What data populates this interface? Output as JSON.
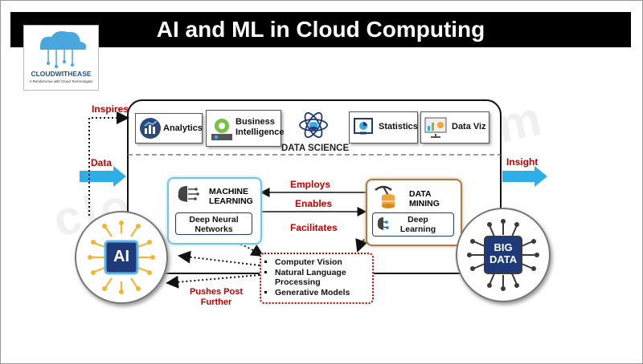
{
  "title": "AI and ML in Cloud Computing",
  "logo": {
    "name": "CLOUDWITHEASE",
    "tagline": "A Rendezvous with Cloud Technologies"
  },
  "watermark": "cloudwithease.com",
  "data_science": {
    "label": "DATA SCIENCE",
    "items": [
      "Analytics",
      "Business Intelligence",
      "Statistics",
      "Data Viz"
    ]
  },
  "machine_learning": {
    "label": "MACHINE LEARNING",
    "inner": "Deep Neural Networks"
  },
  "data_mining": {
    "label": "DATA MINING",
    "inner": "Deep Learning"
  },
  "applications": [
    "Computer Vision",
    "Natural Language Processing",
    "Generative Models"
  ],
  "connectors": {
    "inspires": "Inspires",
    "data": "Data",
    "insight": "Insight",
    "employs": "Employs",
    "enables": "Enables",
    "facilitates": "Facilitates",
    "pushes": "Pushes Post Further"
  },
  "ai_badge": "AI",
  "big_data_badge": "BIG DATA",
  "colors": {
    "accent_red": "#c00000",
    "arrow_blue": "#2eaee6",
    "ml_border": "#6ec6e8",
    "dm_border": "#b07a4a",
    "dark_blue": "#1f3a7a"
  }
}
